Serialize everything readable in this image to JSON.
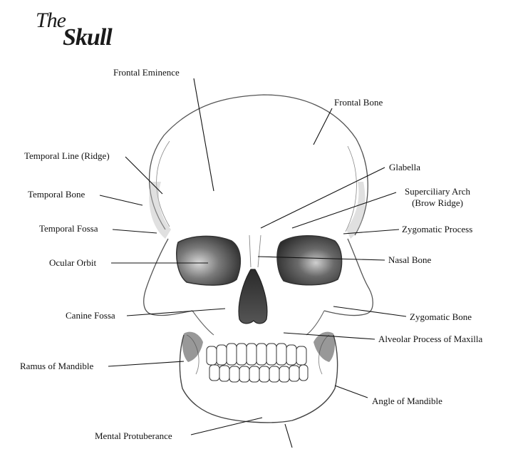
{
  "title": {
    "line1": "The",
    "line2": "Skull"
  },
  "labels": {
    "frontal_eminence": "Frontal Eminence",
    "frontal_bone": "Frontal Bone",
    "temporal_line": "Temporal Line (Ridge)",
    "glabella": "Glabella",
    "temporal_bone": "Temporal Bone",
    "superciliary_arch_1": "Superciliary Arch",
    "superciliary_arch_2": "(Brow Ridge)",
    "temporal_fossa": "Temporal Fossa",
    "zygomatic_process": "Zygomatic Process",
    "ocular_orbit": "Ocular Orbit",
    "nasal_bone": "Nasal Bone",
    "canine_fossa": "Canine Fossa",
    "zygomatic_bone": "Zygomatic Bone",
    "alveolar_process": "Alveolar Process of Maxilla",
    "ramus_of_mandible": "Ramus of Mandible",
    "angle_of_mandible": "Angle of Mandible",
    "mental_protuberance": "Mental Protuberance"
  },
  "colors": {
    "ink": "#111111",
    "pencil": "#555555",
    "shade": "#3a3a3a"
  }
}
